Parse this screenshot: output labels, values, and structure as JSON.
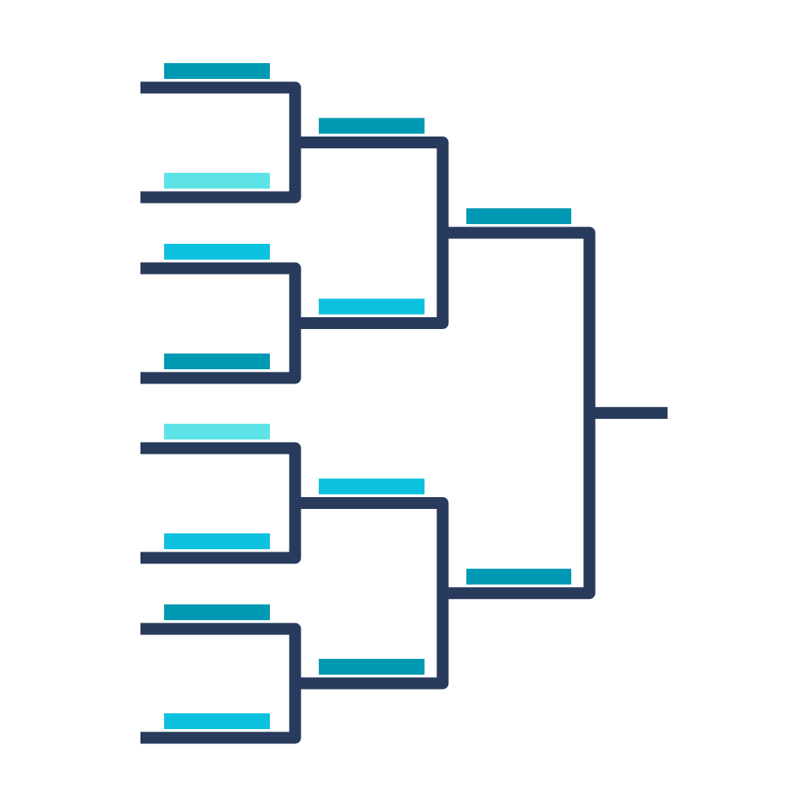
{
  "colors": {
    "line": "#293B5D",
    "teal": "#0099B3",
    "cyan": "#0CC1DF",
    "light": "#5DE3E6",
    "background": "#FFFFFF"
  },
  "bracket": {
    "rounds": [
      {
        "name": "round-1",
        "slots": [
          "teal",
          "light",
          "cyan",
          "teal",
          "light",
          "cyan",
          "teal",
          "cyan"
        ]
      },
      {
        "name": "round-2",
        "slots": [
          "teal",
          "cyan",
          "cyan",
          "teal"
        ]
      },
      {
        "name": "round-3",
        "slots": [
          "teal",
          "teal"
        ]
      }
    ]
  }
}
